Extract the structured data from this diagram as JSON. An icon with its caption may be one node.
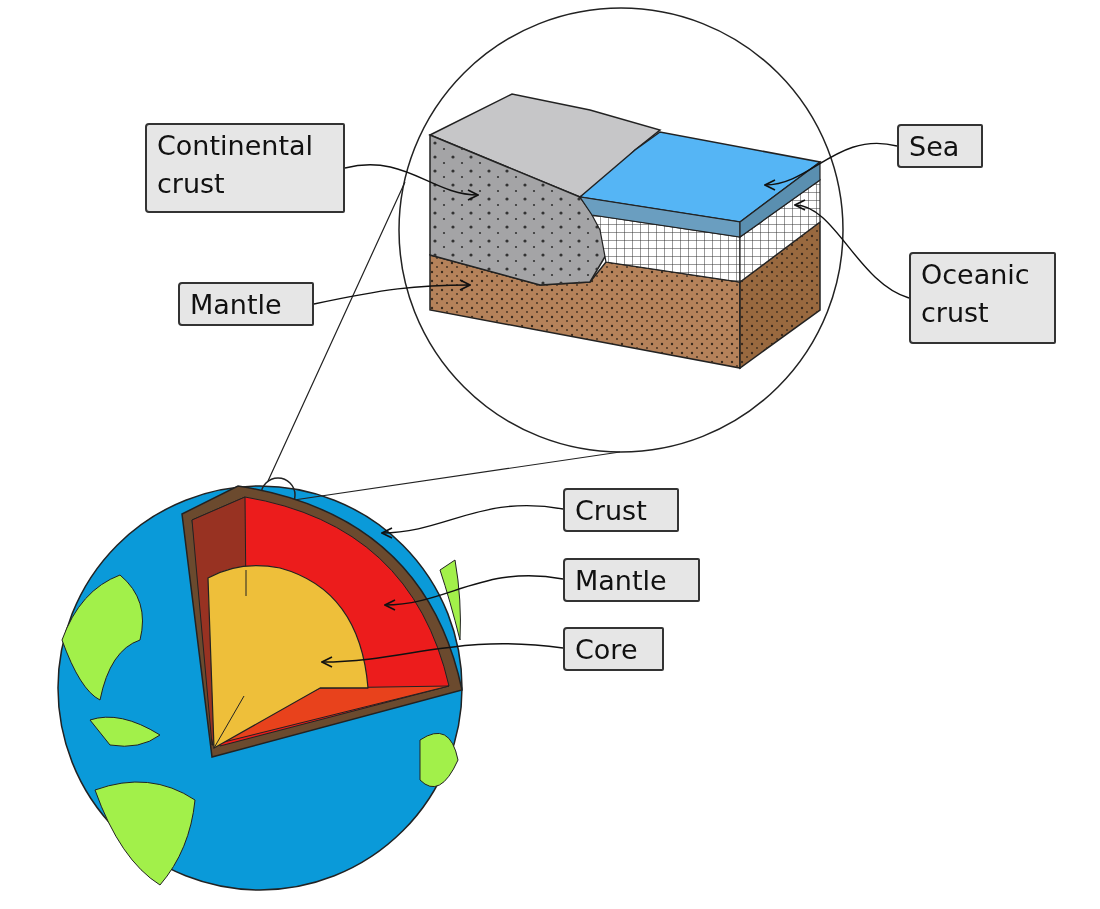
{
  "diagram": {
    "nodes": [
      {
        "text": [
          "Continental crust"
        ]
      },
      {
        "text": [],
        "shape": "picture"
      },
      {
        "text": [
          "Mantle"
        ]
      },
      {
        "text": [],
        "shape": "picture"
      },
      {
        "text": [
          "Sea"
        ]
      },
      {
        "text": [],
        "shape": "picture"
      },
      {
        "text": [
          "Oceanic crust"
        ]
      },
      {
        "text": [],
        "shape": "picture"
      },
      {
        "text": [
          "Crust"
        ]
      },
      {
        "text": [],
        "shape": "picture"
      },
      {
        "text": [
          "Mantle"
        ]
      },
      {
        "text": [],
        "shape": "picture",
        "in": 9
      },
      {
        "text": [
          "Core"
        ]
      },
      {
        "text": [],
        "shape": "picture",
        "in": 11
      }
    ],
    "edges": [
      {
        "from": 0,
        "to": 1,
        "arrow": "to"
      },
      {
        "from": 2,
        "to": 3,
        "arrow": "to"
      },
      {
        "from": 4,
        "to": 5,
        "arrow": "to"
      },
      {
        "from": 6,
        "to": 7,
        "arrow": "to"
      },
      {
        "from": 8,
        "to": 9,
        "arrow": "to"
      },
      {
        "from": 10,
        "to": 11,
        "arrow": "to"
      },
      {
        "from": 12,
        "to": 13,
        "arrow": "to"
      }
    ]
  }
}
